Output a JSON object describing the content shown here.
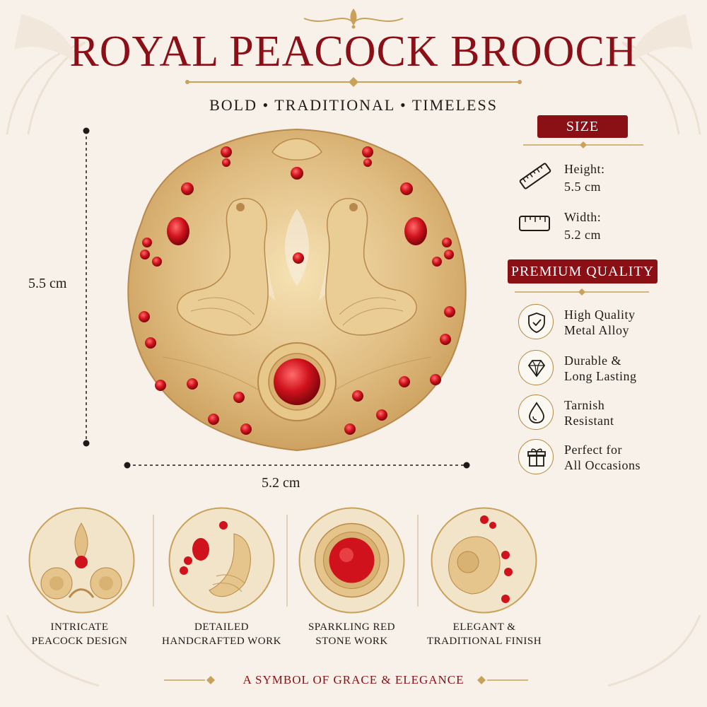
{
  "header": {
    "title": "ROYAL PEACOCK BROOCH",
    "subtitle": "BOLD • TRADITIONAL • TIMELESS"
  },
  "dimensions": {
    "height_label": "5.5 cm",
    "width_label": "5.2 cm"
  },
  "size_section": {
    "badge": "SIZE",
    "items": [
      {
        "icon": "ruler-icon",
        "label": "Height:",
        "value": "5.5 cm"
      },
      {
        "icon": "tape-icon",
        "label": "Width:",
        "value": "5.2 cm"
      }
    ]
  },
  "quality_section": {
    "badge": "PREMIUM QUALITY",
    "items": [
      {
        "icon": "shield-check-icon",
        "line1": "High Quality",
        "line2": "Metal Alloy"
      },
      {
        "icon": "diamond-icon",
        "line1": "Durable &",
        "line2": "Long Lasting"
      },
      {
        "icon": "droplet-icon",
        "line1": "Tarnish",
        "line2": "Resistant"
      },
      {
        "icon": "gift-icon",
        "line1": "Perfect for",
        "line2": "All Occasions"
      }
    ]
  },
  "thumbnails": [
    {
      "line1": "INTRICATE",
      "line2": "PEACOCK DESIGN"
    },
    {
      "line1": "DETAILED",
      "line2": "HANDCRAFTED WORK"
    },
    {
      "line1": "SPARKLING RED",
      "line2": "STONE WORK"
    },
    {
      "line1": "ELEGANT &",
      "line2": "TRADITIONAL FINISH"
    }
  ],
  "footer": {
    "tagline": "A SYMBOL OF GRACE & ELEGANCE"
  },
  "colors": {
    "background": "#f7f1e9",
    "accent_red": "#8a1016",
    "gold": "#c9a15a",
    "stone_red": "#d0121c"
  }
}
